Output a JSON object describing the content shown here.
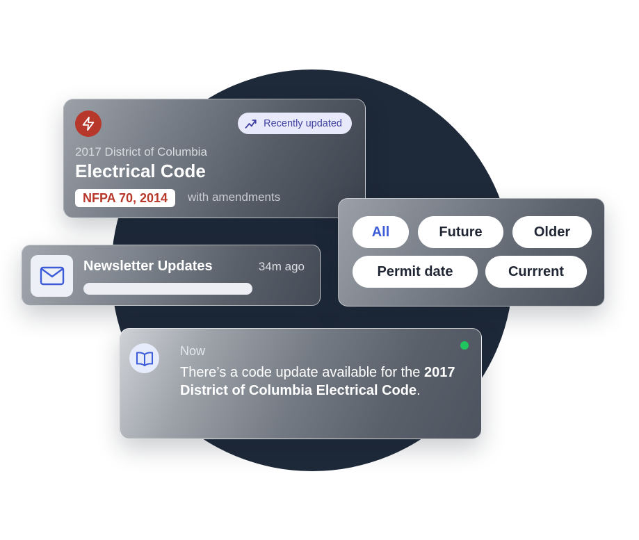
{
  "colors": {
    "circle": "#1e2939",
    "accent_red": "#b8372b",
    "accent_blue": "#3b5bd9",
    "pill_bg": "#e8e9fb",
    "status_green": "#20c55e"
  },
  "code_card": {
    "icon": "bolt-icon",
    "badge_icon": "trend-up-icon",
    "badge_label": "Recently updated",
    "subtitle": "2017 District of Columbia",
    "title": "Electrical Code",
    "tag": "NFPA 70, 2014",
    "tag_suffix": "with amendments"
  },
  "newsletter": {
    "icon": "mail-icon",
    "title": "Newsletter Updates",
    "time": "34m ago"
  },
  "filters": {
    "selected": "All",
    "chips": [
      "All",
      "Future",
      "Older",
      "Permit date",
      "Currrent"
    ]
  },
  "notification": {
    "icon": "book-icon",
    "time": "Now",
    "text_prefix": "There’s a code update available for the ",
    "text_bold": "2017 District of Columbia Electrical Code",
    "text_suffix": "."
  }
}
